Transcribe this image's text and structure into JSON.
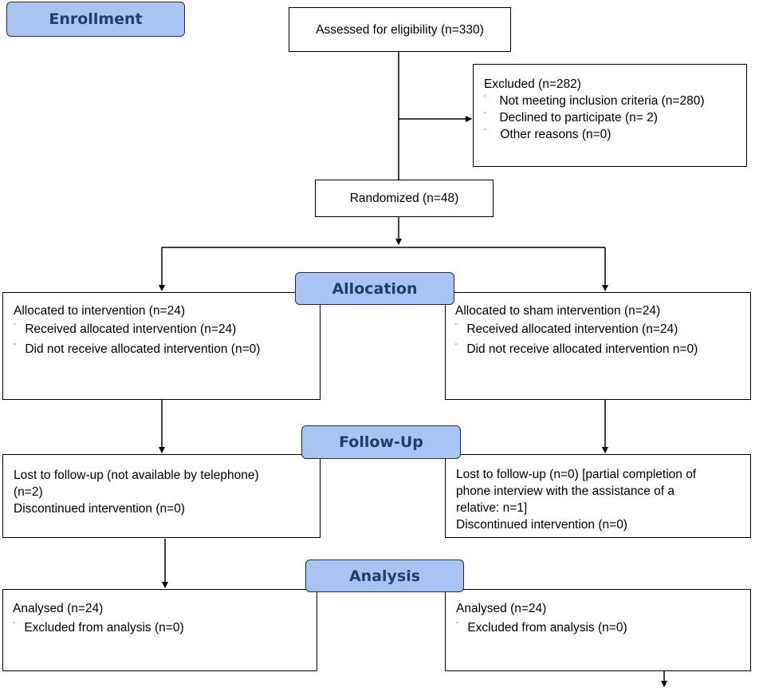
{
  "colors": {
    "stage_fill": "#a9c4f4",
    "stage_text": "#1f3f64",
    "line": "#000000",
    "box_border": "#000000"
  },
  "stages": {
    "enrollment": "Enrollment",
    "allocation": "Allocation",
    "follow_up": "Follow-Up",
    "analysis": "Analysis"
  },
  "bullet_glyph": "¨",
  "assessed": {
    "text": "Assessed for eligibility (n=330)"
  },
  "excluded": {
    "title": "Excluded (n=282)",
    "items": [
      "Not meeting inclusion criteria (n=280)",
      "Declined to participate (n= 2)",
      "Other reasons (n=0)"
    ]
  },
  "randomized": {
    "text": "Randomized (n=48)"
  },
  "allocation_left": {
    "title": "Allocated to intervention (n=24)",
    "items": [
      "Received allocated intervention (n=24)",
      "Did not receive allocated intervention (n=0)"
    ]
  },
  "allocation_right": {
    "title": "Allocated to sham intervention (n=24)",
    "items": [
      "Received allocated intervention (n=24)",
      "Did not receive allocated intervention n=0)"
    ]
  },
  "followup_left": {
    "lines": [
      "Lost to follow-up (not available by telephone)",
      "(n=2)",
      "Discontinued intervention (n=0)"
    ]
  },
  "followup_right": {
    "lines": [
      "Lost to follow-up (n=0) [partial completion of",
      "phone interview with the assistance of a",
      "relative: n=1]",
      "Discontinued intervention (n=0)"
    ]
  },
  "analysis_left": {
    "title": "Analysed (n=24)",
    "items": [
      "Excluded from analysis (n=0)"
    ]
  },
  "analysis_right": {
    "title": "Analysed (n=24)",
    "items": [
      "Excluded from analysis (n=0)"
    ]
  }
}
